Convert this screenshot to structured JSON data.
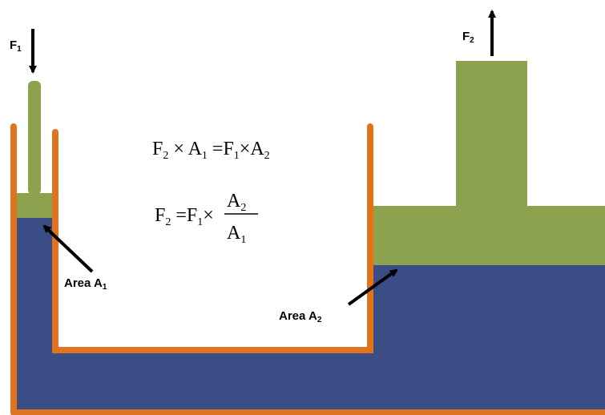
{
  "labels": {
    "force1": "F",
    "force1_sub": "1",
    "force2": "F",
    "force2_sub": "2",
    "area1": "Area A",
    "area1_sub": "1",
    "area2": "Area A",
    "area2_sub": "2"
  },
  "equations": {
    "eq1": {
      "t1": "F",
      "s1": "2",
      "t2": " × A",
      "s2": "1",
      "t3": " =F",
      "s3": "1",
      "t4": "×A",
      "s4": "2"
    },
    "eq2": {
      "t1": "F",
      "s1": "2",
      "t2": " =F",
      "s2": "1",
      "t3": "×",
      "num": "A",
      "num_sub": "2",
      "den": "A",
      "den_sub": "1"
    }
  },
  "colors": {
    "fluid": "#3a4d85",
    "piston": "#8da24f",
    "container": "#e0731e",
    "arrow": "#000000"
  }
}
